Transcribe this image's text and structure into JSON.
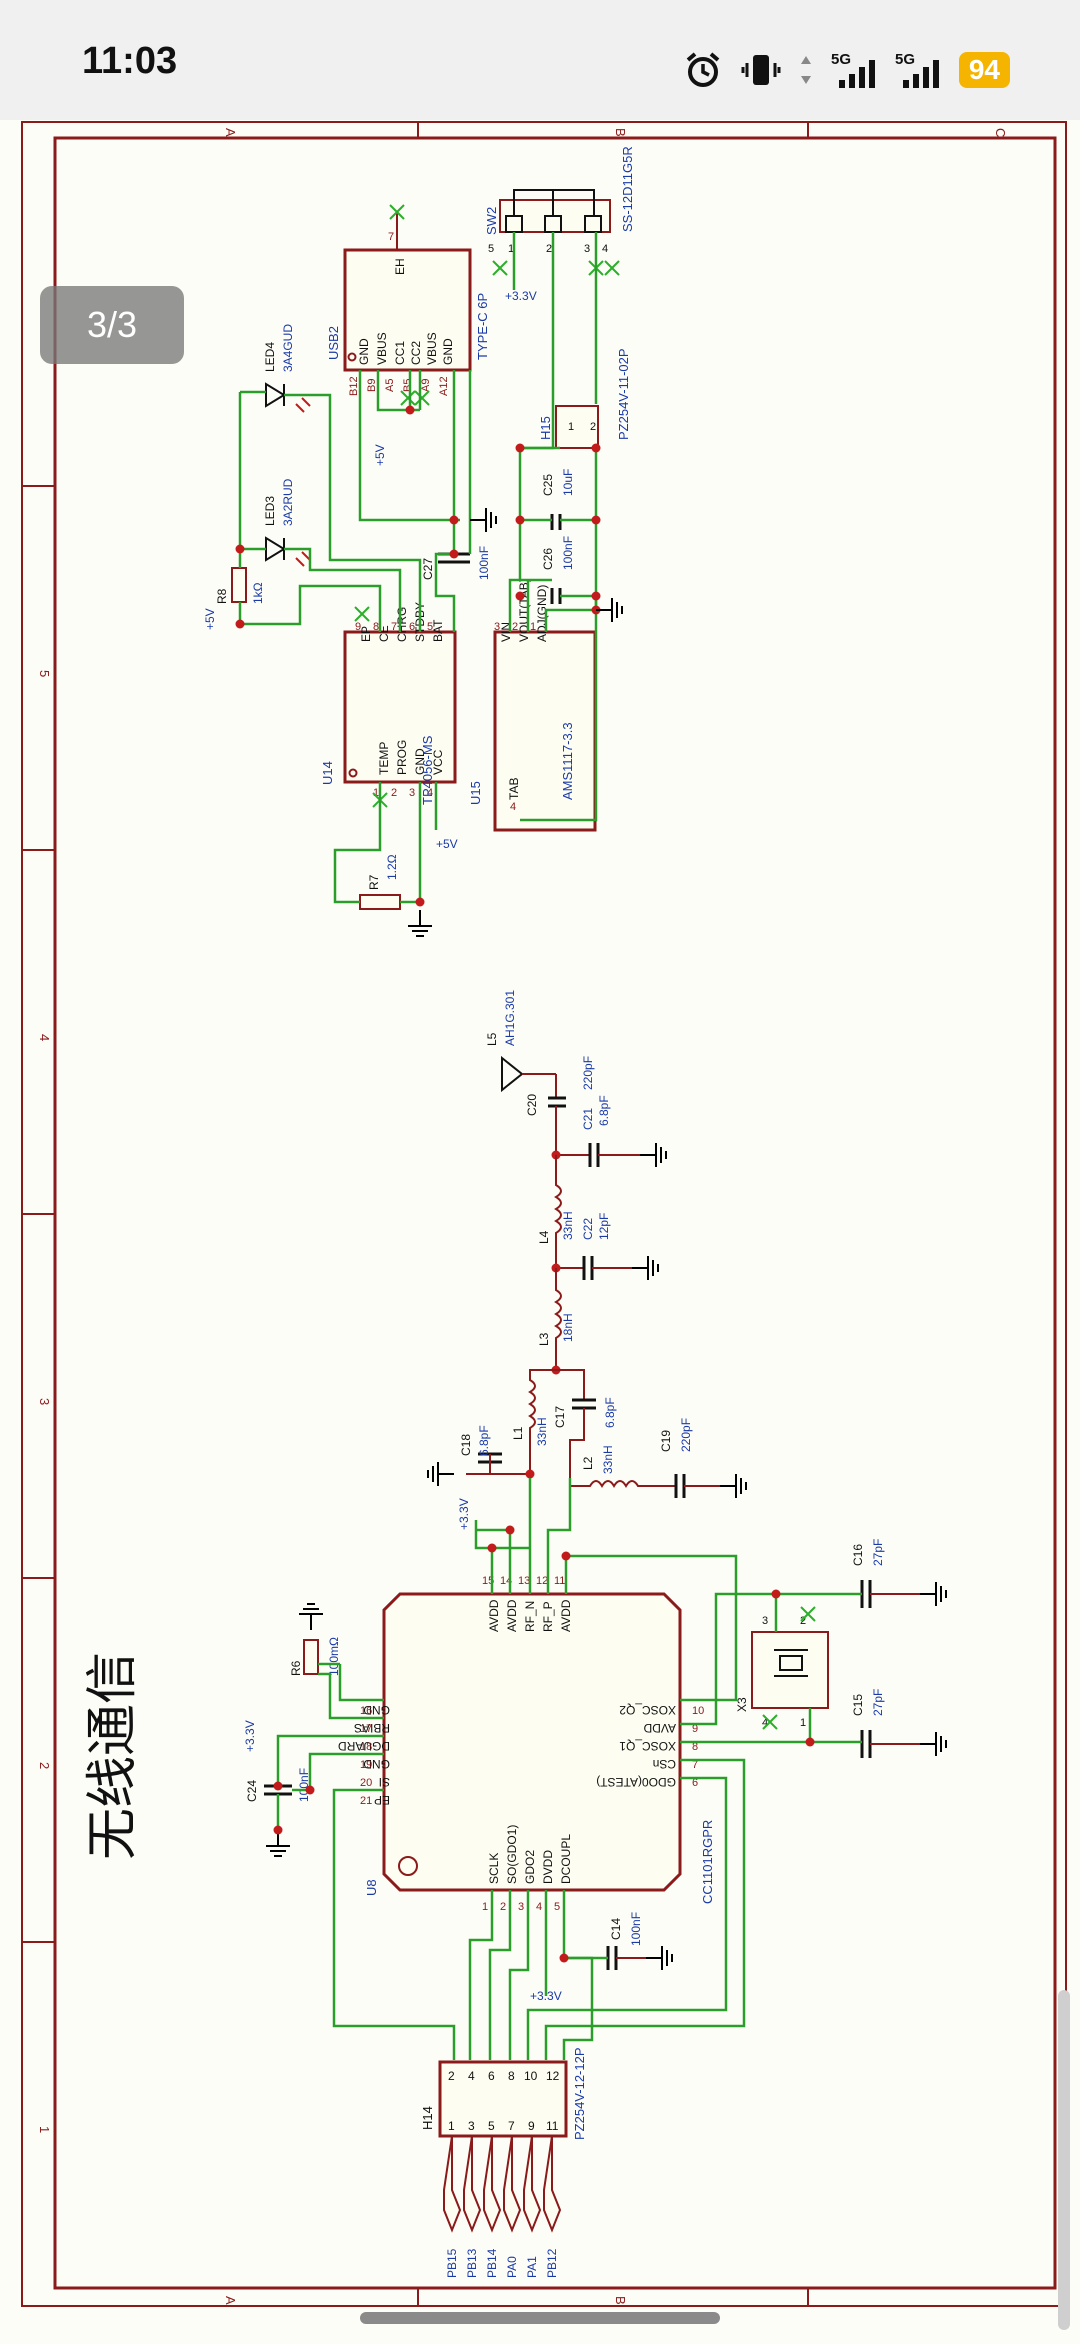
{
  "status_bar": {
    "time": "11:03",
    "signal_label_1": "5G",
    "signal_label_2": "5G",
    "battery": "94"
  },
  "viewer": {
    "page_indicator": "3/3"
  },
  "schematic": {
    "title": "无线通信",
    "border_letters": [
      "A",
      "B",
      "C"
    ],
    "border_numbers": [
      "5",
      "4",
      "3",
      "2",
      "1"
    ],
    "charger": {
      "ref": "U14",
      "part": "TP4056-MS",
      "pins_left": [
        "EP",
        "CE",
        "CHRG",
        "STDBY",
        "BAT"
      ],
      "pins_right": [
        "TEMP",
        "PROG",
        "GND",
        "VCC"
      ],
      "pin_nums": [
        "9",
        "8",
        "7",
        "6",
        "5",
        "1",
        "2",
        "3",
        "4"
      ]
    },
    "usb": {
      "ref": "USB2",
      "part": "TYPE-C 6P",
      "pins": [
        "GND",
        "VBUS",
        "CC1",
        "CC2",
        "VBUS",
        "GND",
        "EH"
      ],
      "pin_nums": [
        "B12",
        "B9",
        "A5",
        "B5",
        "A9",
        "A12",
        "7"
      ]
    },
    "switch": {
      "ref": "SW2",
      "part": "SS-12D11G5R",
      "pins": [
        "5",
        "1",
        "2",
        "3",
        "4"
      ]
    },
    "header_h15": {
      "ref": "H15",
      "part": "PZ254V-11-02P",
      "pins": [
        "1",
        "2"
      ]
    },
    "ldo": {
      "ref": "U15",
      "part": "AMS1117-3.3",
      "pins": [
        "VIN",
        "VOUT(TAB)",
        "ADJ(GND)",
        "TAB"
      ],
      "pin_nums": [
        "3",
        "2",
        "1",
        "4"
      ]
    },
    "passives": {
      "r8": {
        "ref": "R8",
        "value": "1kΩ"
      },
      "r7": {
        "ref": "R7",
        "value": "1.2Ω"
      },
      "r6": {
        "ref": "R6",
        "value": "100mΩ"
      },
      "c27": {
        "ref": "C27",
        "value": "100nF"
      },
      "c25": {
        "ref": "C25",
        "value": "10uF"
      },
      "c26": {
        "ref": "C26",
        "value": "100nF"
      },
      "c20": {
        "ref": "C20"
      },
      "c21": {
        "ref": "C21",
        "value": "220pF"
      },
      "c21b": {
        "value": "6.8pF"
      },
      "c22": {
        "ref": "C22",
        "value": "12pF"
      },
      "c18": {
        "ref": "C18",
        "value": "6.8pF"
      },
      "c17": {
        "ref": "C17",
        "value": "6.8pF"
      },
      "c19": {
        "ref": "C19",
        "value": "220pF"
      },
      "c16": {
        "ref": "C16",
        "value": "27pF"
      },
      "c15": {
        "ref": "C15",
        "value": "27pF"
      },
      "c24": {
        "ref": "C24",
        "value": "100nF"
      },
      "c14": {
        "ref": "C14",
        "value": "100nF"
      },
      "l4": {
        "ref": "L4",
        "value": "33nH"
      },
      "l3": {
        "ref": "L3",
        "value": "18nH"
      },
      "l1": {
        "ref": "L1",
        "value": "33nH"
      },
      "l2": {
        "ref": "L2",
        "value": "33nH"
      }
    },
    "leds": {
      "led4": {
        "ref": "LED4",
        "part": "3A4GUD"
      },
      "led3": {
        "ref": "LED3",
        "part": "3A2RUD"
      }
    },
    "antenna": {
      "ref": "L5",
      "part": "AH1G.301"
    },
    "crystal": {
      "ref": "X3",
      "pins": [
        "3",
        "2",
        "4",
        "1"
      ]
    },
    "rf_chip": {
      "ref": "U8",
      "part": "CC1101RGPR",
      "pins_top": [
        "AVDD",
        "AVDD",
        "RF_N",
        "RF_P",
        "AVDD"
      ],
      "pins_top_nums": [
        "15",
        "14",
        "13",
        "12",
        "11"
      ],
      "pins_left": [
        "GND",
        "RBIAS",
        "DGUARD",
        "GND",
        "SI",
        "EP"
      ],
      "pins_left_nums": [
        "16",
        "17",
        "18",
        "19",
        "20",
        "21"
      ],
      "pins_right": [
        "XOSC_Q2",
        "AVDD",
        "XOSC_Q1",
        "CSn",
        "GDO0(ATEST)"
      ],
      "pins_right_nums": [
        "10",
        "9",
        "8",
        "7",
        "6"
      ],
      "pins_bottom": [
        "SCLK",
        "SO(GDO1)",
        "GDO2",
        "DVDD",
        "DCOUPL"
      ],
      "pins_bottom_nums": [
        "1",
        "2",
        "3",
        "4",
        "5"
      ]
    },
    "header_h14": {
      "ref": "H14",
      "part": "PZ254V-12-12P",
      "odd_pins": [
        "1",
        "3",
        "5",
        "7",
        "9",
        "11"
      ],
      "even_pins": [
        "2",
        "4",
        "6",
        "8",
        "10",
        "12"
      ],
      "port_labels": [
        "PB15",
        "PB13",
        "PB14",
        "PA0",
        "PA1",
        "PB12"
      ]
    },
    "power_labels": {
      "v5": "+5V",
      "v33": "+3.3V"
    }
  }
}
